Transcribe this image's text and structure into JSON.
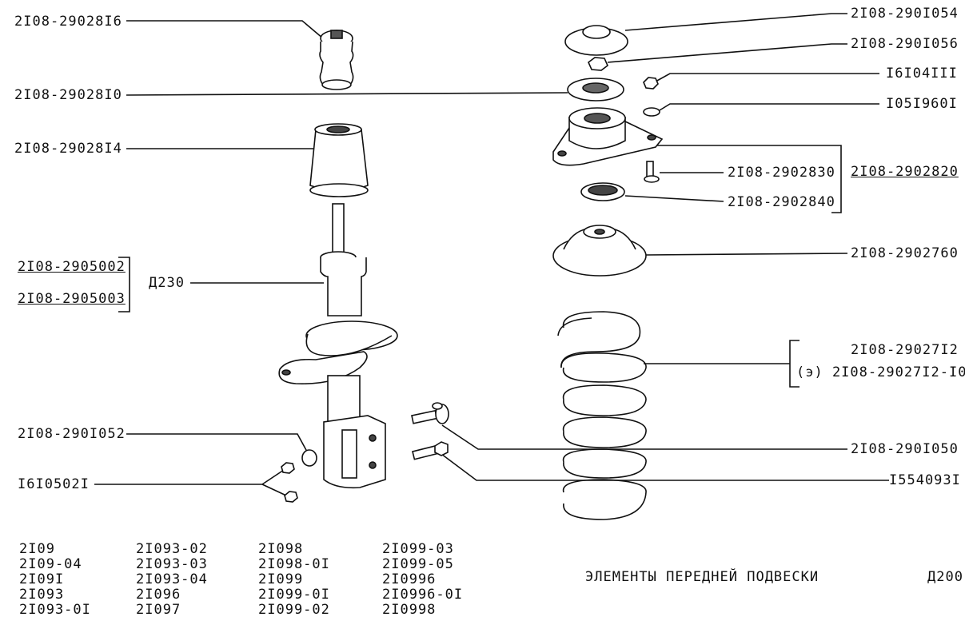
{
  "labels": {
    "bump_stop": "2I08-29028I6",
    "bearing_plate": "2I08-29028I0",
    "boot": "2I08-29028I4",
    "strut_a": "2I08-2905002",
    "strut_b": "2I08-2905003",
    "strut_ref": "Д230",
    "bracket_plug": "2I08-290I052",
    "nut_small": "I6I0502I",
    "cap": "2I08-290I054",
    "nut_top": "2I08-290I056",
    "nut_side": "I6I04III",
    "washer": "I05I960I",
    "support_assembly": "2I08-2902820",
    "bolt": "2I08-2902830",
    "bearing": "2I08-2902840",
    "spring_seat": "2I08-2902760",
    "spring": "2I08-29027I2",
    "spring_alt": "(э) 2I08-29027I2-I0",
    "cam_bolt": "2I08-290I050",
    "bolt_long": "I554093I"
  },
  "models": [
    [
      "2I09",
      "2I09-04",
      "2I09I",
      "2I093",
      "2I093-0I"
    ],
    [
      "2I093-02",
      "2I093-03",
      "2I093-04",
      "2I096",
      "2I097"
    ],
    [
      "2I098",
      "2I098-0I",
      "2I099",
      "2I099-0I",
      "2I099-02"
    ],
    [
      "2I099-03",
      "2I099-05",
      "2I0996",
      "2I0996-0I",
      "2I0998"
    ]
  ],
  "title": "ЭЛЕМЕНТЫ ПЕРЕДНЕЙ ПОДВЕСКИ",
  "sheet": "Д200"
}
